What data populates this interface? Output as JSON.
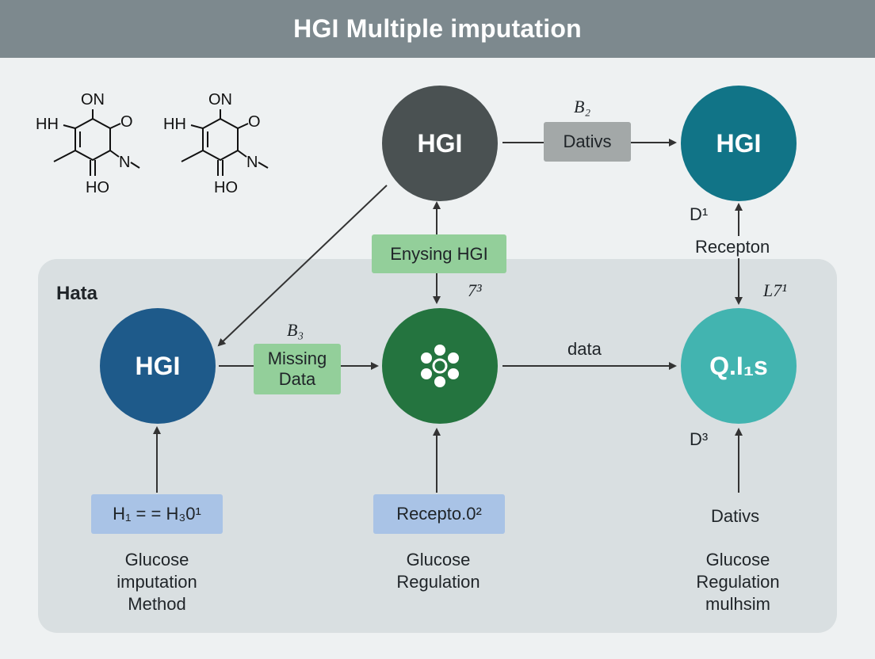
{
  "header": {
    "title": "HGI Multiple imputation"
  },
  "panel": {
    "label": "Hata"
  },
  "molecules": [
    {
      "top": "ON",
      "left": "HH",
      "right": "O",
      "sub": "N",
      "bottom": "HO"
    },
    {
      "top": "ON",
      "left": "HH",
      "right": "O",
      "sub": "N",
      "bottom": "HO"
    }
  ],
  "nodes": {
    "top_center": {
      "label": "HGI",
      "color": "#4a5152"
    },
    "top_right": {
      "label": "HGI",
      "color": "#117487"
    },
    "mid_left": {
      "label": "HGI",
      "color": "#1e5a8a"
    },
    "mid_center": {
      "label": "",
      "color": "#24743f",
      "icon": "flower-icon"
    },
    "mid_right": {
      "label": "Q.I₁s",
      "color": "#42b4b0"
    }
  },
  "boxes": {
    "dativs_top": "Dativs",
    "enysing": "Enysing HGI",
    "missing_line1": "Missing",
    "missing_line2": "Data",
    "formula": "H₁ = = H₃0¹",
    "recepto": "Recepto.0²"
  },
  "labels": {
    "b2": "B₂",
    "b3": "B₃",
    "d1": "D¹",
    "recepton": "Recepton",
    "l71": "L7¹",
    "seven3": "7³",
    "data": "data",
    "d3": "D³",
    "dativs_bottom": "Dativs"
  },
  "captions": {
    "left": [
      "Glucose",
      "imputation",
      "Method"
    ],
    "center": [
      "Glucose",
      "Regulation"
    ],
    "right": [
      "Glucose",
      "Regulation",
      "mulhsim"
    ]
  }
}
